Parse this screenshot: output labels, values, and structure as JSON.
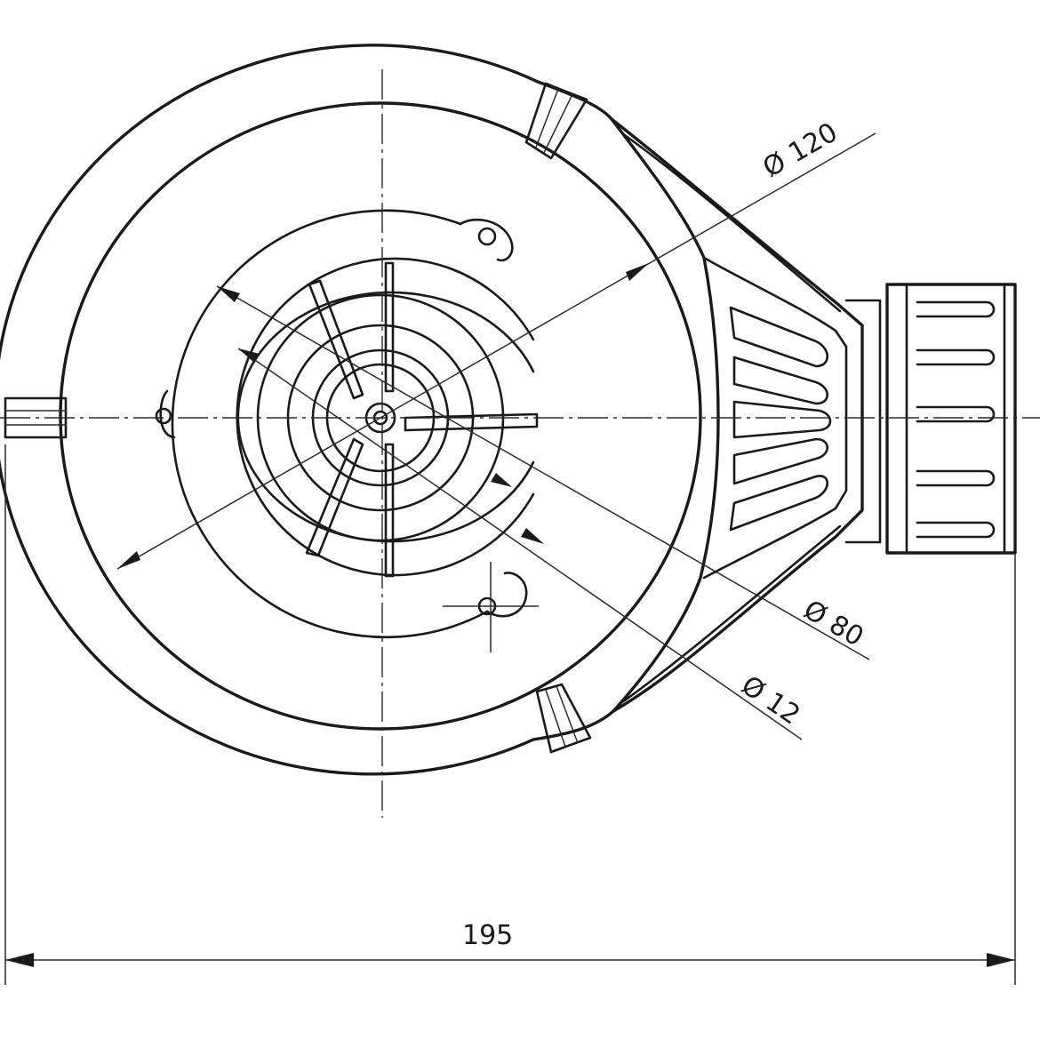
{
  "drawing": {
    "dimensions": {
      "overall_width": "195",
      "diameter_outer": "Ø 120",
      "diameter_middle": "Ø 80",
      "diameter_inner": "Ø 12"
    }
  }
}
